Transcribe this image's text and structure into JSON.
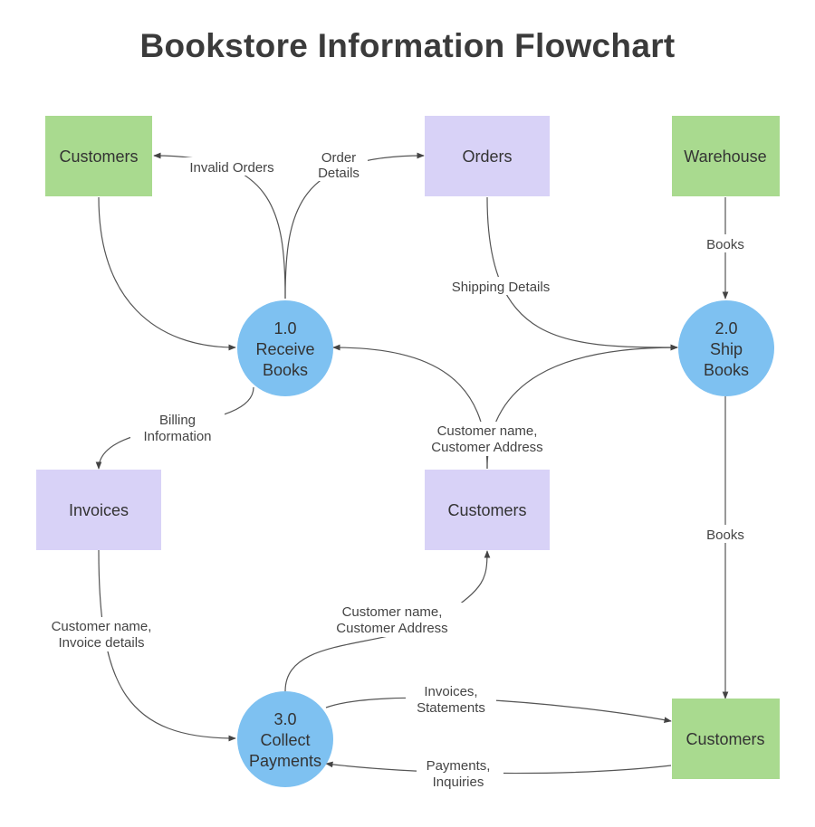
{
  "title": "Bookstore Information Flowchart",
  "colors": {
    "external_entity": "#a9da8f",
    "data_store": "#d8d2f7",
    "process": "#7ec1f1",
    "edge": "#555555"
  },
  "nodes": {
    "customers_top": {
      "type": "external-entity",
      "label": "Customers"
    },
    "orders": {
      "type": "data-store",
      "label": "Orders"
    },
    "warehouse": {
      "type": "external-entity",
      "label": "Warehouse"
    },
    "receive_books": {
      "type": "process",
      "lines": [
        "1.0",
        "Receive",
        "Books"
      ]
    },
    "ship_books": {
      "type": "process",
      "lines": [
        "2.0",
        "Ship",
        "Books"
      ]
    },
    "invoices": {
      "type": "data-store",
      "label": "Invoices"
    },
    "customers_mid": {
      "type": "data-store",
      "label": "Customers"
    },
    "collect_payments": {
      "type": "process",
      "lines": [
        "3.0",
        "Collect",
        "Payments"
      ]
    },
    "customers_bottom": {
      "type": "external-entity",
      "label": "Customers"
    }
  },
  "edges": {
    "invalid_orders": {
      "from": "receive_books",
      "to": "customers_top",
      "lines": [
        "Invalid Orders"
      ]
    },
    "order_details": {
      "from": "receive_books",
      "to": "orders",
      "lines": [
        "Order",
        "Details"
      ]
    },
    "customers_to_receive": {
      "from": "customers_top",
      "to": "receive_books",
      "lines": []
    },
    "shipping_details": {
      "from": "orders",
      "to": "ship_books",
      "lines": [
        "Shipping Details"
      ]
    },
    "warehouse_books": {
      "from": "warehouse",
      "to": "ship_books",
      "lines": [
        "Books"
      ]
    },
    "billing_information": {
      "from": "receive_books",
      "to": "invoices",
      "lines": [
        "Billing",
        "Information"
      ]
    },
    "customer_address_up": {
      "from": "customers_mid",
      "to": [
        "receive_books",
        "ship_books"
      ],
      "lines": [
        "Customer name,",
        "Customer Address"
      ]
    },
    "ship_books_down": {
      "from": "ship_books",
      "to": "customers_bottom",
      "lines": [
        "Books"
      ]
    },
    "invoice_details": {
      "from": "invoices",
      "to": "collect_payments",
      "lines": [
        "Customer name,",
        "Invoice details"
      ]
    },
    "customer_address_collect": {
      "from": "collect_payments",
      "to": "customers_mid",
      "lines": [
        "Customer name,",
        "Customer Address"
      ]
    },
    "invoices_statements": {
      "from": "collect_payments",
      "to": "customers_bottom",
      "lines": [
        "Invoices,",
        "Statements"
      ]
    },
    "payments_inquiries": {
      "from": "customers_bottom",
      "to": "collect_payments",
      "lines": [
        "Payments,",
        "Inquiries"
      ]
    }
  }
}
